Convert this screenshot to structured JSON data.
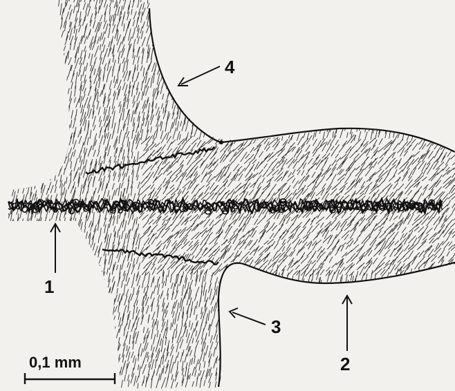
{
  "figure": {
    "labels": {
      "one": "1",
      "two": "2",
      "three": "3",
      "four": "4"
    },
    "scale_bar": {
      "text": "0,1 mm"
    },
    "colors": {
      "background": "#f3f1ee",
      "ink": "#111111",
      "hatch": "#2a2a2a"
    }
  }
}
